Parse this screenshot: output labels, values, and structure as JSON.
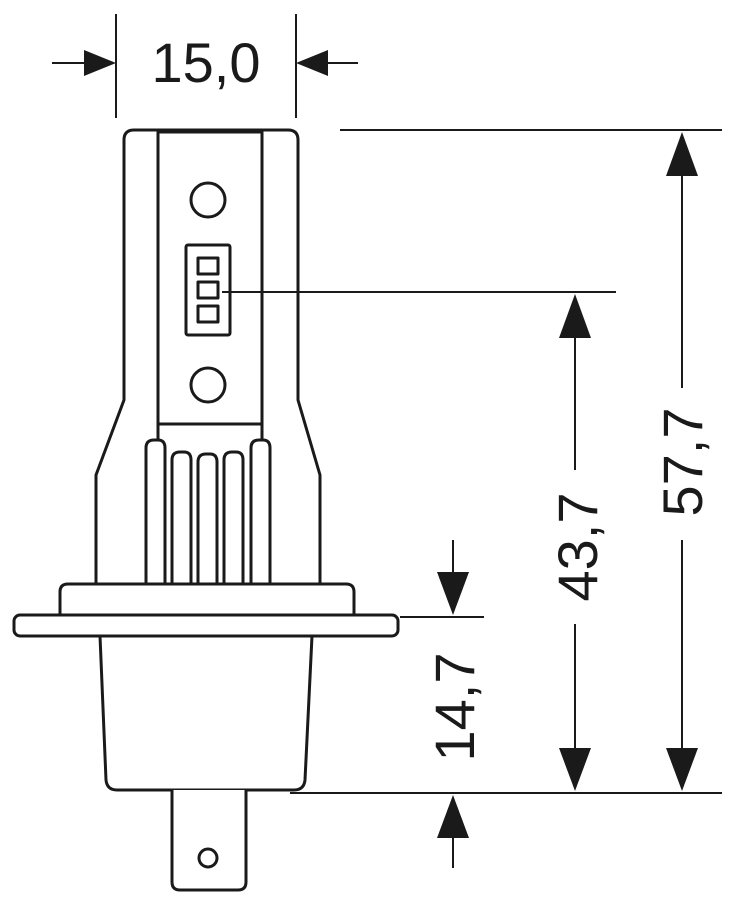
{
  "dimensions": {
    "width_label": "15,0",
    "total_height_label": "57,7",
    "led_height_label": "43,7",
    "base_height_label": "14,7"
  },
  "colors": {
    "line": "#1a1a1a",
    "background": "#ffffff"
  }
}
